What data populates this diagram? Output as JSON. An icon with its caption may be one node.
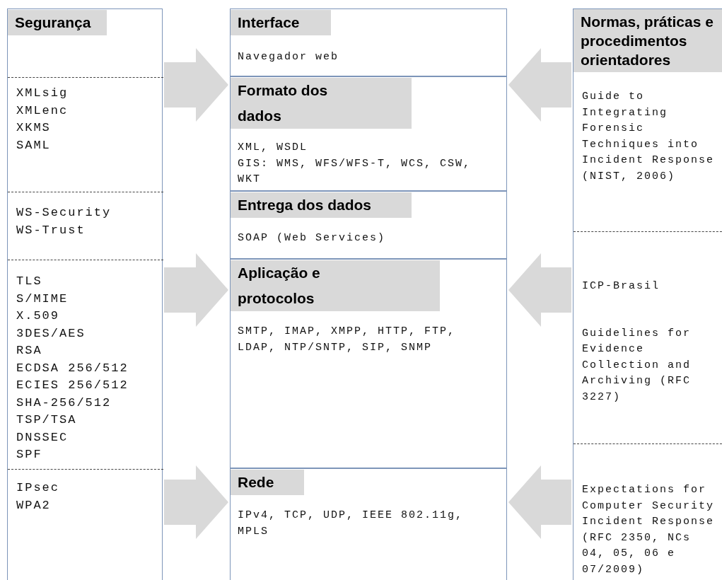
{
  "diagram": {
    "nodes": [
      {
        "text": [
          "Segurança"
        ]
      },
      {
        "text": [
          "XMLsig",
          "XMLenc",
          "XKMS",
          "SAML"
        ],
        "in": 0
      },
      {
        "text": [
          "WS-Security",
          "WS-Trust"
        ],
        "in": 0
      },
      {
        "text": [
          "TLS",
          "S/MIME",
          "X.509",
          "3DES/AES",
          "RSA",
          "ECDSA 256/512",
          "ECIES 256/512",
          "SHA-256/512",
          "TSP/TSA",
          "DNSSEC",
          "SPF"
        ],
        "in": 0
      },
      {
        "text": [
          "IPsec",
          "WPA2"
        ],
        "in": 0
      },
      {
        "text": [
          "Interface",
          "Navegador web"
        ]
      },
      {
        "text": [
          "Formato dos dados",
          "XML, WSDL",
          "GIS: WMS, WFS/WFS-T, WCS, CSW, WKT"
        ]
      },
      {
        "text": [
          "Entrega dos dados",
          "SOAP (Web Services)"
        ]
      },
      {
        "text": [
          "Aplicação e protocolos",
          "SMTP, IMAP, XMPP, HTTP, FTP, LDAP, NTP/SNTP, SIP, SNMP"
        ]
      },
      {
        "text": [
          "Rede",
          "IPv4, TCP, UDP, IEEE 802.11g, MPLS"
        ]
      },
      {
        "text": [
          "Normas, práticas e procedimentos orientadores"
        ]
      },
      {
        "text": [
          "Guide to Integrating Forensic Techniques into Incident Response (NIST, 2006)"
        ],
        "in": 10
      },
      {
        "text": [
          "ICP-Brasil",
          "Guidelines for Evidence Collection and Archiving (RFC 3227)"
        ],
        "in": 10
      },
      {
        "text": [
          "Expectations for Computer Security Incident Response (RFC 2350, NCs 04, 05, 06 e 07/2009)"
        ],
        "in": 10
      }
    ],
    "edges": [
      {
        "from": 1,
        "to": 6,
        "arrow": "to"
      },
      {
        "from": 3,
        "to": 8,
        "arrow": "to"
      },
      {
        "from": 4,
        "to": 9,
        "arrow": "to"
      },
      {
        "from": 11,
        "to": 6,
        "arrow": "to"
      },
      {
        "from": 12,
        "to": 8,
        "arrow": "to"
      },
      {
        "from": 13,
        "to": 9,
        "arrow": "to"
      }
    ]
  }
}
